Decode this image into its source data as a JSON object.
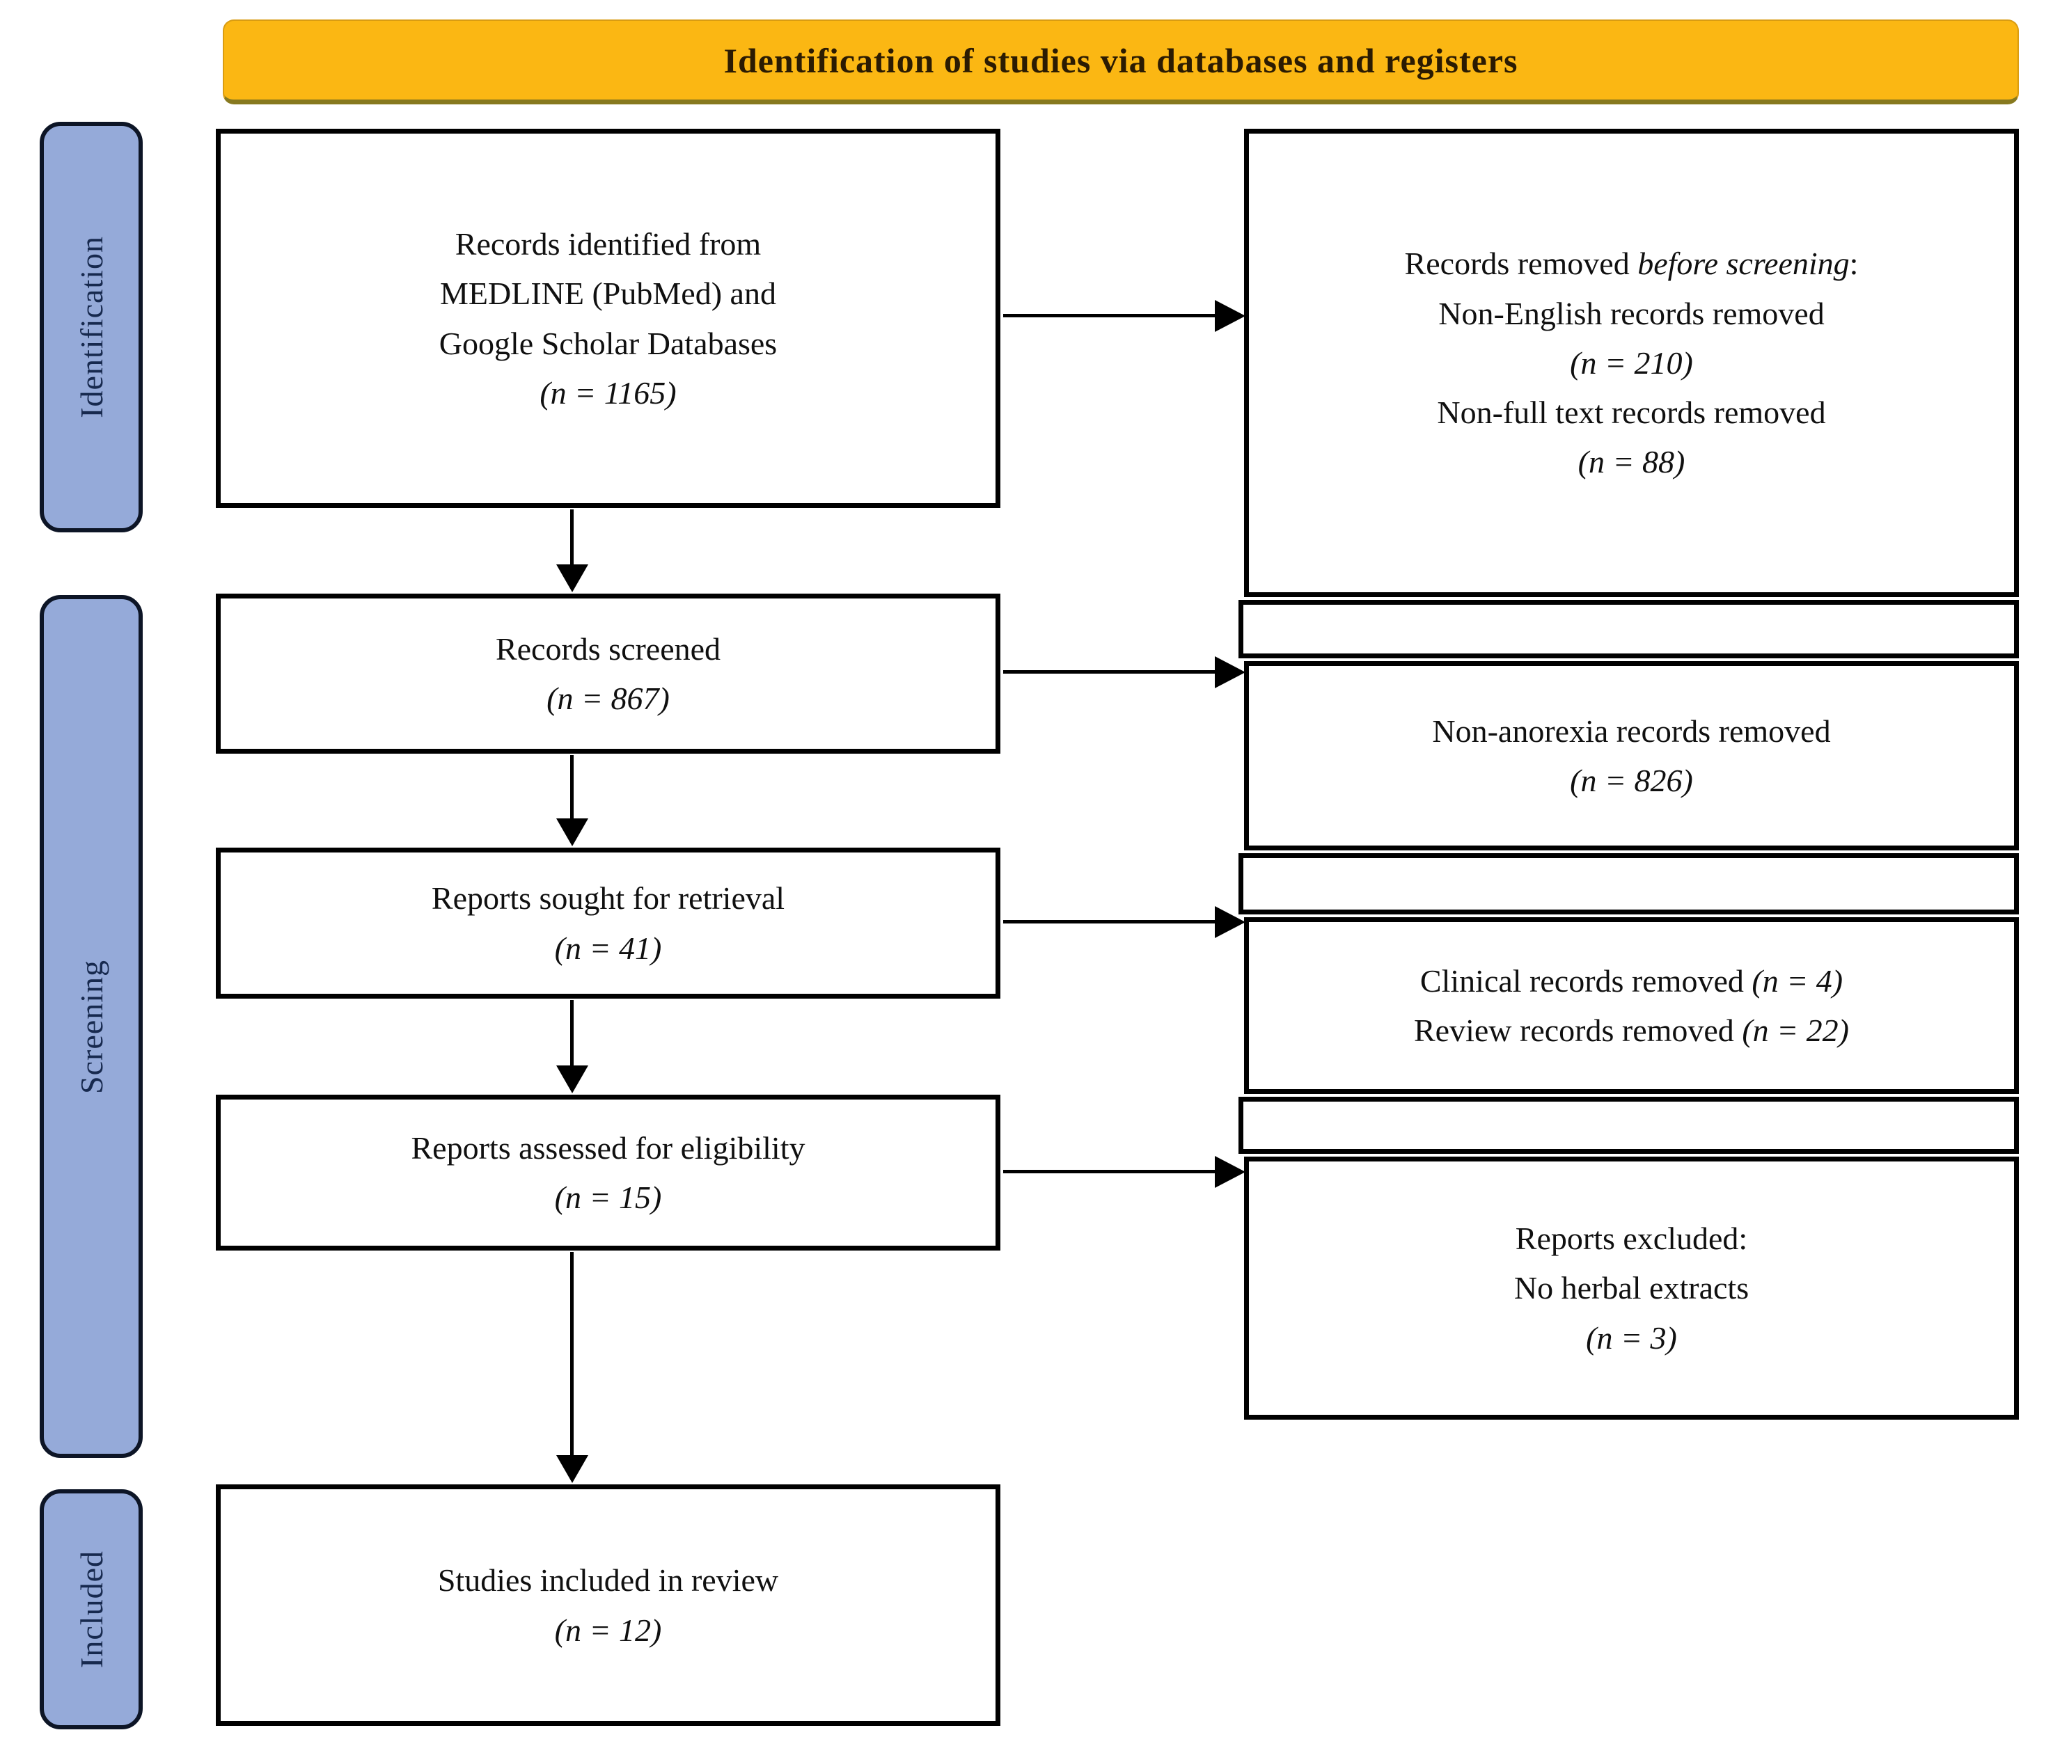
{
  "banner": {
    "title": "Identification of studies via databases and registers"
  },
  "colors": {
    "banner_bg": "#FBB713",
    "banner_text": "#2B1B02",
    "stage_bg": "#95AAD9",
    "stage_border": "#0D1526",
    "stage_text": "#17294E",
    "box_border": "#000000",
    "text": "#101010"
  },
  "stages": [
    {
      "label": "Identification"
    },
    {
      "label": "Screening"
    },
    {
      "label": "Included"
    }
  ],
  "flow": [
    {
      "lines": [
        "Records identified from",
        "MEDLINE (PubMed) and",
        "Google Scholar Databases"
      ],
      "n": "(n = 1165)"
    },
    {
      "lines": [
        "Records screened"
      ],
      "n": "(n = 867)"
    },
    {
      "lines": [
        "Reports sought for retrieval"
      ],
      "n": "(n = 41)"
    },
    {
      "lines": [
        "Reports assessed for eligibility"
      ],
      "n": "(n = 15)"
    },
    {
      "lines": [
        "Studies included in review"
      ],
      "n": "(n = 12)"
    }
  ],
  "exclusions": [
    {
      "intro_plain": "Records removed ",
      "intro_italic": "before screening",
      "intro_tail": ":",
      "items": [
        {
          "text": "Non-English records removed",
          "n": "(n = 210)"
        },
        {
          "text": "Non-full text records removed",
          "n": "(n = 88)"
        }
      ]
    },
    {
      "items": [
        {
          "text": "Non-anorexia records removed",
          "n": "(n = 826)"
        }
      ]
    },
    {
      "items_inline": [
        {
          "text": "Clinical records removed ",
          "n": "(n = 4)"
        },
        {
          "text": "Review records removed ",
          "n": "(n = 22)"
        }
      ]
    },
    {
      "intro_plain": "Reports excluded:",
      "items": [
        {
          "text": "No herbal extracts",
          "n": "(n = 3)"
        }
      ]
    }
  ]
}
